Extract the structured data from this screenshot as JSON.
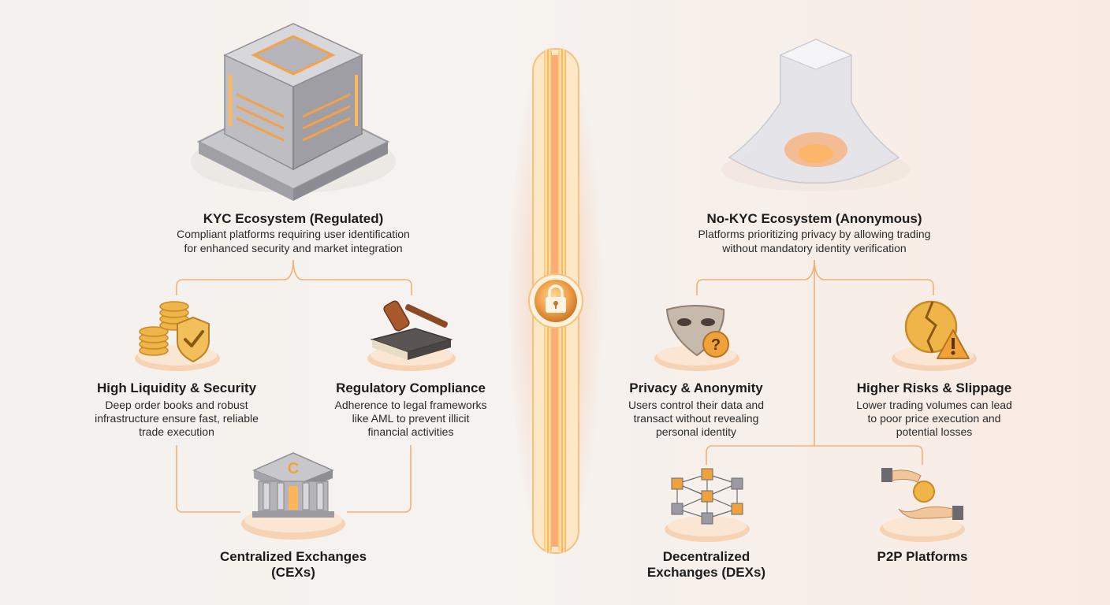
{
  "kyc": {
    "title": "KYC Ecosystem (Regulated)",
    "desc_line1": "Compliant platforms requiring user identification",
    "desc_line2": "for enhanced security and market integration",
    "liquidity": {
      "label": "High Liquidity & Security",
      "line1": "Deep order books and robust",
      "line2": "infrastructure ensure fast, reliable",
      "line3": "trade execution"
    },
    "compliance": {
      "label": "Regulatory Compliance",
      "line1": "Adherence to legal frameworks",
      "line2": "like AML to prevent illicit",
      "line3": "financial activities"
    },
    "cex": {
      "label_line1": "Centralized Exchanges",
      "label_line2": "(CEXs)"
    }
  },
  "nokyc": {
    "title": "No-KYC Ecosystem (Anonymous)",
    "desc_line1": "Platforms prioritizing privacy by allowing trading",
    "desc_line2": "without mandatory identity verification",
    "privacy": {
      "label": "Privacy & Anonymity",
      "line1": "Users control their data and",
      "line2": "transact without revealing",
      "line3": "personal identity"
    },
    "risks": {
      "label": "Higher Risks & Slippage",
      "line1": "Lower trading volumes can lead",
      "line2": "to poor price execution and",
      "line3": "potential losses"
    },
    "dex": {
      "label_line1": "Decentralized",
      "label_line2": "Exchanges (DEXs)"
    },
    "p2p": {
      "label": "P2P Platforms"
    }
  },
  "colors": {
    "connector": "#f0b27a",
    "divider_glow": "#ff9a5a",
    "divider_core": "#ffd27a",
    "gold": "#e8a43a",
    "steel": "#b8b8bc"
  },
  "icons": {
    "kyc": "server-vault-icon",
    "nokyc": "veiled-block-icon",
    "liquidity": "coins-shield-icon",
    "compliance": "gavel-book-icon",
    "cex": "bank-building-icon",
    "privacy": "mask-question-icon",
    "risks": "cracked-coin-warning-icon",
    "dex": "network-cubes-icon",
    "p2p": "hand-coin-icon",
    "divider": "padlock-icon"
  }
}
